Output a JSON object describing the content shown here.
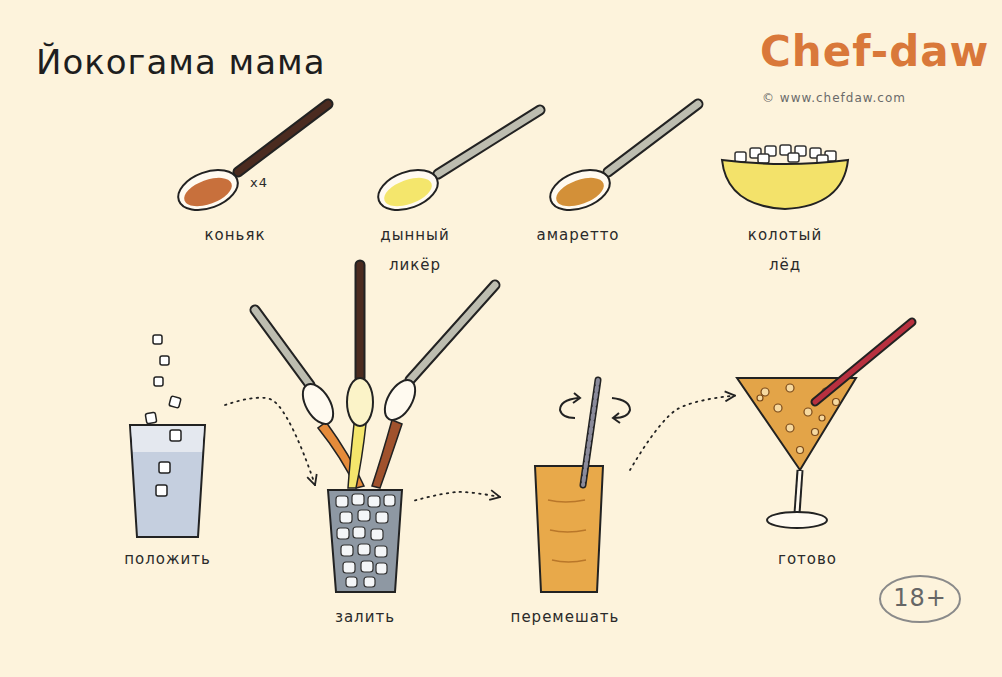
{
  "diagram": {
    "title": "Йокогама мама",
    "nodes": [
      {
        "text": [
          "положить"
        ]
      },
      {
        "text": [
          "залить"
        ]
      },
      {
        "text": [
          "перемешать"
        ]
      },
      {
        "text": [
          "готово"
        ]
      },
      {
        "text": [
          "18+"
        ]
      }
    ],
    "edges": [
      {
        "from": 0,
        "to": 1,
        "arrow": "to"
      },
      {
        "from": 1,
        "to": 2,
        "arrow": "to"
      },
      {
        "from": 2,
        "to": 3,
        "arrow": "to"
      }
    ],
    "labels": [
      "Chef-daw",
      "© www.chefdaw.com",
      "x4",
      "коньяк",
      "дынный ликёр",
      "амаретто",
      "колотый лёд"
    ]
  }
}
